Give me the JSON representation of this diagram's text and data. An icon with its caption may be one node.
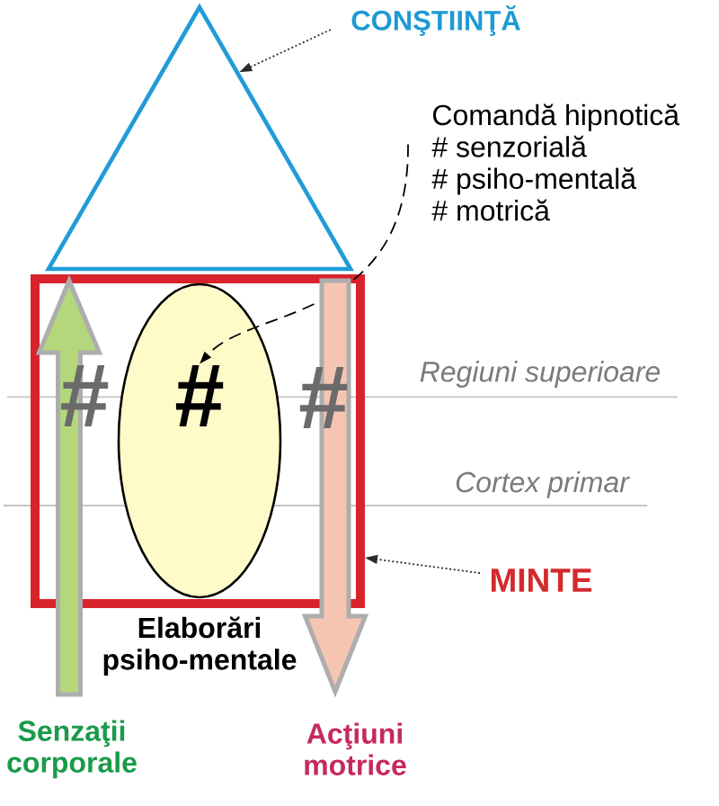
{
  "diagram": {
    "nodes": [
      {
        "text": [
          "CONŞTIINŢĂ"
        ]
      },
      {
        "text": [],
        "shape": "triangle"
      },
      {
        "text": [
          "Comandă hipnotică",
          "# senzorială",
          "# psiho-mentală",
          "# motrică"
        ]
      },
      {
        "text": [],
        "shape": "box"
      },
      {
        "text": [],
        "shape": "ellipse",
        "in": 3,
        "beside": [
          "Elaborări psiho-mentale"
        ]
      },
      {
        "text": [
          "#"
        ],
        "in": 4
      },
      {
        "text": [
          "MINTE"
        ]
      },
      {
        "text": [
          "Senzaţii corporale"
        ]
      },
      {
        "text": [
          "Acţiuni motrice"
        ]
      }
    ],
    "edges": [
      {
        "from": 0,
        "to": 1,
        "arrow": "to",
        "style": "dashed"
      },
      {
        "from": 2,
        "to": 5,
        "arrow": "to",
        "style": "dashed"
      },
      {
        "from": 6,
        "to": 3,
        "arrow": "to",
        "style": "dashed"
      },
      {
        "from": 7,
        "to": 3,
        "arrow": "to",
        "style": "thick",
        "color": "#b4d77c"
      },
      {
        "from": 3,
        "to": 8,
        "arrow": "to",
        "style": "thick",
        "color": "#f5c5b2"
      }
    ],
    "labels": [
      "#",
      "#",
      "Regiuni superioare",
      "Cortex primar"
    ]
  }
}
